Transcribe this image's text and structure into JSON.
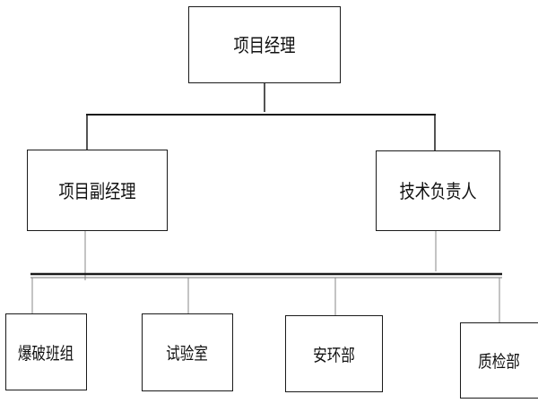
{
  "chart": {
    "top": {
      "label": "项目经理"
    },
    "second_level": [
      {
        "label": "项目副经理"
      },
      {
        "label": "技术负责人"
      }
    ],
    "third_level": [
      {
        "label": "爆破班组"
      },
      {
        "label": "试验室"
      },
      {
        "label": "安环部"
      },
      {
        "label": "质检部"
      }
    ]
  },
  "colors": {
    "line": "#1a1a1a",
    "background": "#ffffff",
    "text": "#111111"
  }
}
